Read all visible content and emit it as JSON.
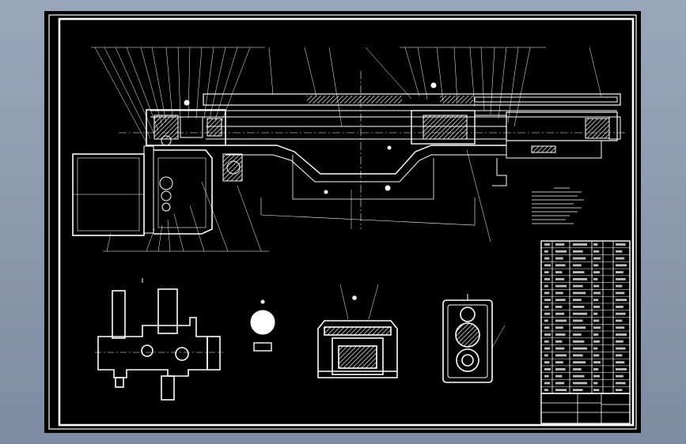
{
  "viewport": {
    "background": "#8f9cb1",
    "sheet_color": "#000000",
    "line_color": "#ffffff"
  },
  "drawing": {
    "type": "cad-assembly-drawing",
    "views": [
      "main-section-view",
      "side-view-left",
      "round-part-view",
      "housing-section-view",
      "gearbox-end-view"
    ],
    "parts_list_rows": 22,
    "title_block": {
      "visible": true
    }
  }
}
